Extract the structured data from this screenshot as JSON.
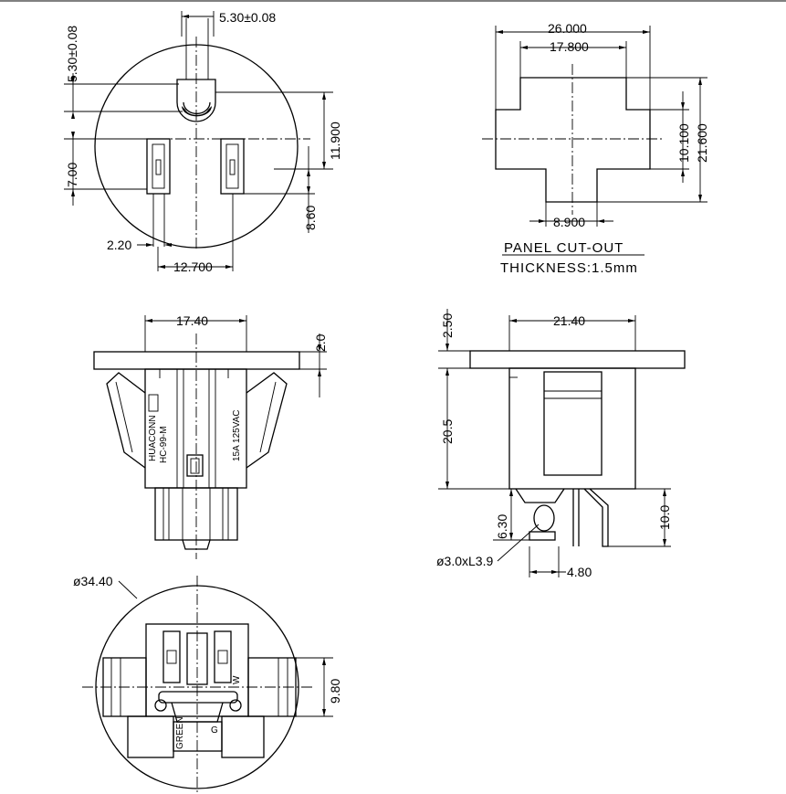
{
  "front_view": {
    "dim_pin_width": "5.30±0.08",
    "dim_pin_height": "5.30±0.08",
    "dim_vertical_span": "11.900",
    "dim_blade_length": "7.00",
    "dim_blade_offset": "8.60",
    "dim_blade_width": "2.20",
    "dim_blade_spacing": "12.700"
  },
  "panel_cutout": {
    "dim_total_width": "26.000",
    "dim_top_width": "17.800",
    "dim_middle_height": "10.100",
    "dim_total_height": "21.600",
    "dim_bottom_width": "8.900",
    "title": "PANEL CUT-OUT",
    "thickness": "THICKNESS:1.5mm"
  },
  "side_view": {
    "dim_body_width": "17.40",
    "dim_flange": "2.0",
    "label_brand": "HUACONN",
    "label_model": "HC-99-M",
    "label_rating": "15A 125VAC"
  },
  "right_view": {
    "dim_width": "21.40",
    "dim_flange": "2.50",
    "dim_height": "20.5",
    "dim_pin_offset": "6.30",
    "dim_terminal": "10.0",
    "dim_hole": "ø3.0xL3.9",
    "dim_pitch": "4.80"
  },
  "bottom_view": {
    "dim_diameter": "ø34.40",
    "dim_height": "9.80",
    "label_w": "W",
    "label_g": "G",
    "label_green": "GREEN"
  }
}
